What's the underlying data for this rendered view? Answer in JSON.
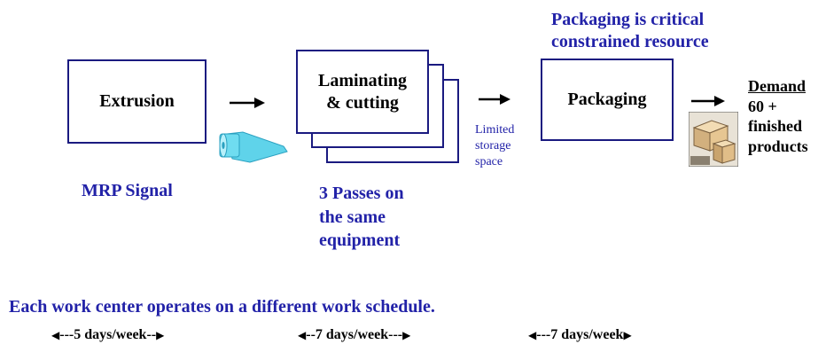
{
  "header_note": {
    "line1": "Packaging is critical",
    "line2": "constrained resource"
  },
  "stations": {
    "extrusion": "Extrusion",
    "laminating_line1": "Laminating",
    "laminating_line2": "& cutting",
    "packaging": "Packaging"
  },
  "notes": {
    "mrp": "MRP Signal",
    "passes_line1": "3 Passes on",
    "passes_line2": "the same",
    "passes_line3": "equipment",
    "storage_line1": "Limited",
    "storage_line2": "storage",
    "storage_line3": "space"
  },
  "demand": {
    "title": "Demand",
    "line1": "60 +",
    "line2": "finished",
    "line3": "products"
  },
  "schedule": {
    "heading": "Each work center operates on a different work schedule.",
    "items": [
      {
        "dashes_left": "---",
        "label": "5 days/week",
        "dashes_right": "--"
      },
      {
        "dashes_left": "--",
        "label": "7 days/week",
        "dashes_right": "---"
      },
      {
        "dashes_left": "---",
        "label": "7 days/week",
        "dashes_right": ""
      }
    ]
  },
  "colors": {
    "accent_blue": "#2222a8",
    "box_border": "#1a1a80",
    "roll_cyan": "#5fd3ea"
  },
  "icons": {
    "roll": "film-roll-icon",
    "boxes": "boxes-icon"
  }
}
